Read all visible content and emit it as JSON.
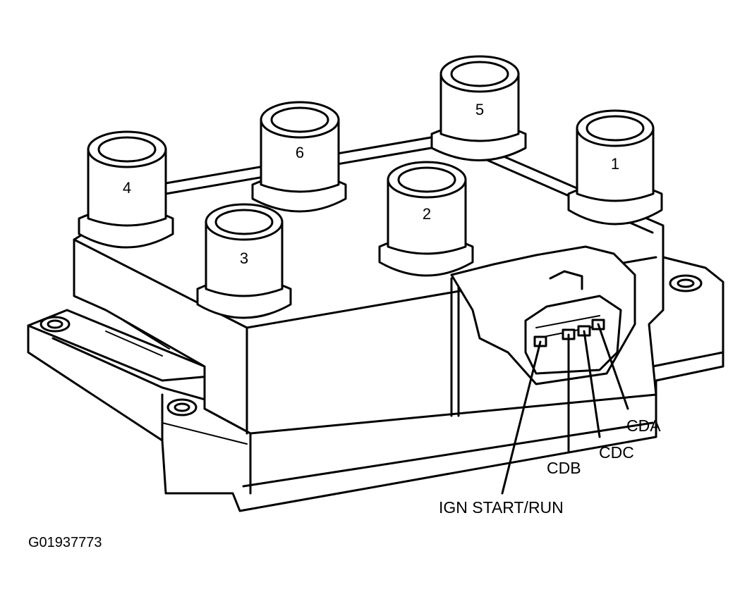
{
  "towers": [
    {
      "id": "4",
      "label": "4"
    },
    {
      "id": "6",
      "label": "6"
    },
    {
      "id": "5",
      "label": "5"
    },
    {
      "id": "1",
      "label": "1"
    },
    {
      "id": "2",
      "label": "2"
    },
    {
      "id": "3",
      "label": "3"
    }
  ],
  "terminals": {
    "cda": "CDA",
    "cdc": "CDC",
    "cdb": "CDB",
    "ign": "IGN START/RUN"
  },
  "figure_code": "G01937773"
}
